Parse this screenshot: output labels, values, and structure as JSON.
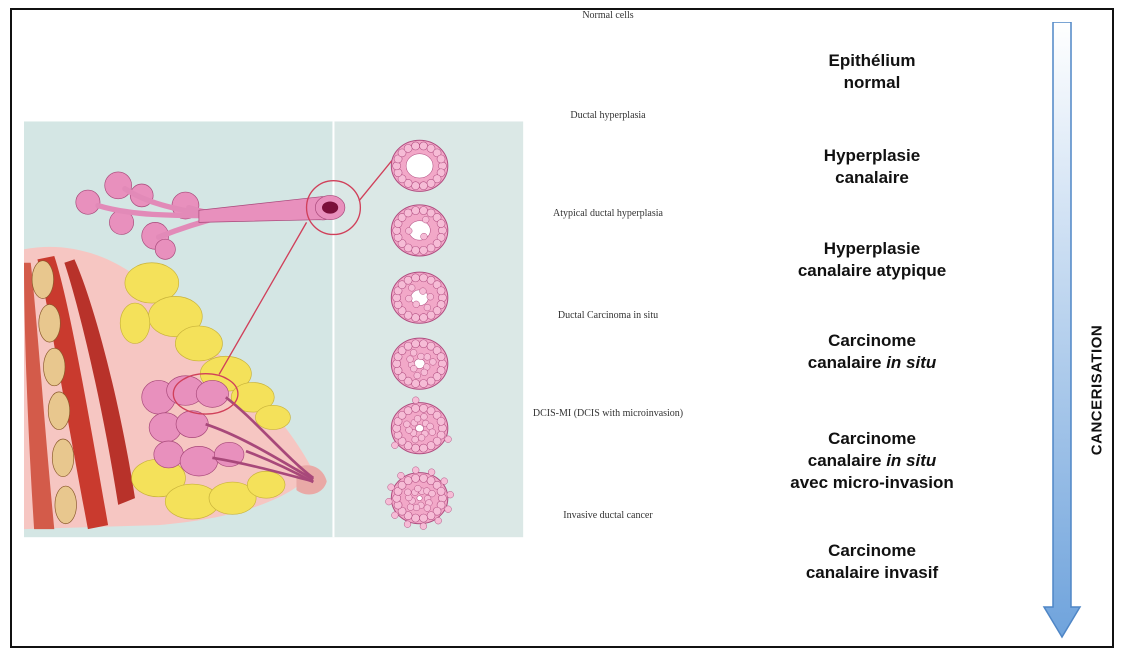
{
  "cells": [
    {
      "caption": "Normal cells",
      "label_fr": [
        "Epithélium",
        "normal"
      ]
    },
    {
      "caption": "Ductal hyperplasia",
      "label_fr": [
        "Hyperplasie",
        "canalaire"
      ]
    },
    {
      "caption": "Atypical ductal hyperplasia",
      "label_fr": [
        "Hyperplasie",
        "canalaire atypique"
      ]
    },
    {
      "caption": "Ductal Carcinoma in situ",
      "label_fr": [
        "Carcinome",
        "canalaire in situ"
      ]
    },
    {
      "caption": "DCIS-MI (DCIS with microinvasion)",
      "label_fr": [
        "Carcinome",
        "canalaire in situ",
        "avec micro-invasion"
      ]
    },
    {
      "caption": "Invasive ductal cancer",
      "label_fr": [
        "Carcinome",
        "canalaire invasif"
      ]
    }
  ],
  "arrow_label": "CANCERISATION",
  "colors": {
    "panel_bg": "#cfe3e3",
    "panel_bg2": "#dfeaea",
    "cell_pink": "#f2a8c8",
    "cell_border": "#b04d80",
    "muscle": "#c0392b",
    "fat": "#f4e15a",
    "lobule": "#e890bd",
    "arrow_blue": "#6fa3dc"
  }
}
